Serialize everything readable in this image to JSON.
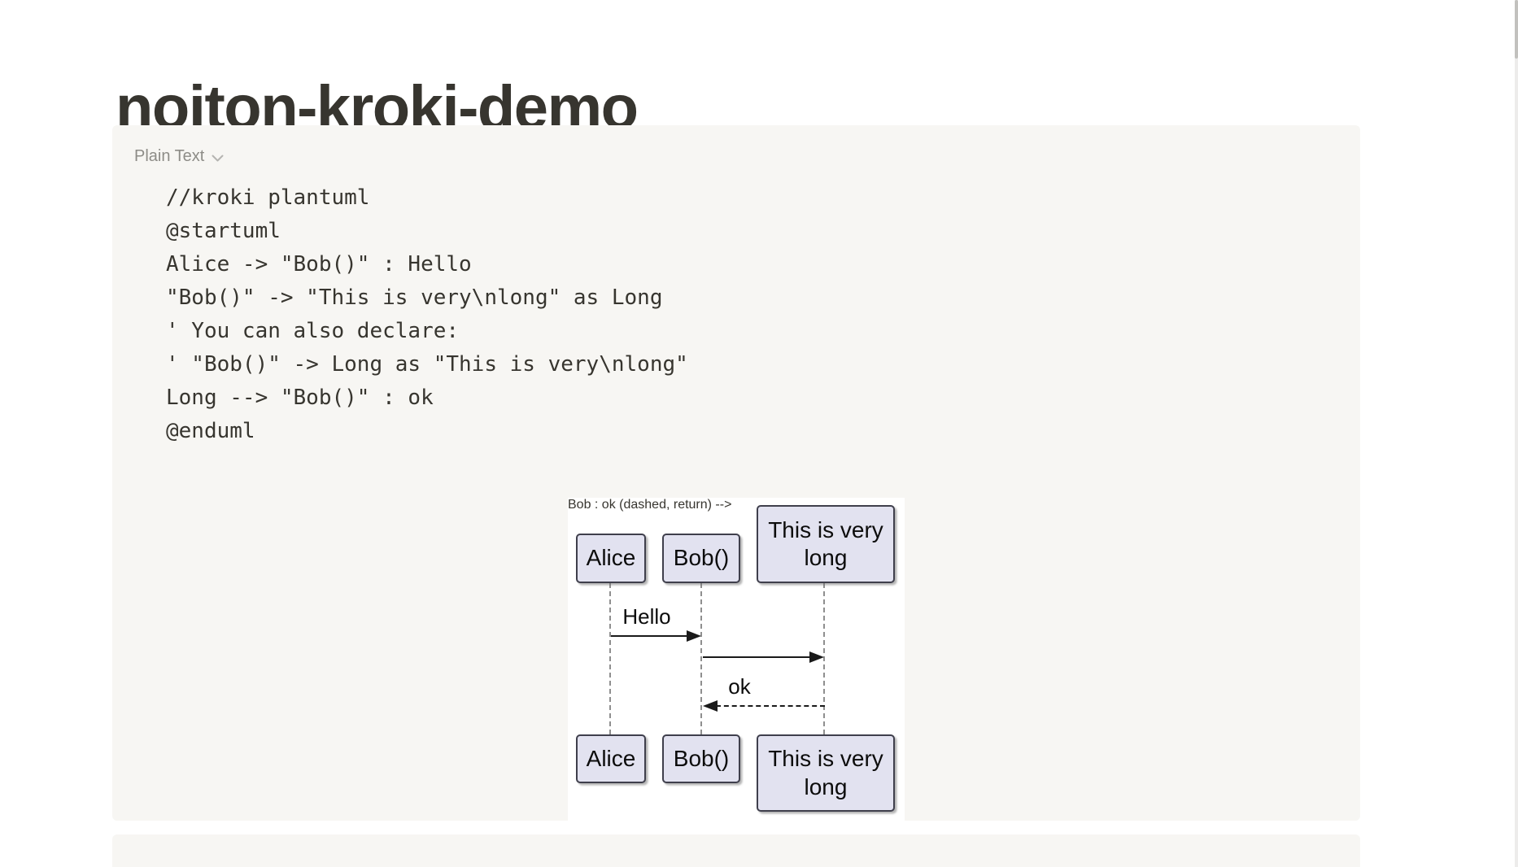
{
  "page": {
    "title": "noiton-kroki-demo"
  },
  "code_block": {
    "language_label": "Plain Text",
    "lines": [
      "//kroki plantuml",
      "@startuml",
      "Alice -> \"Bob()\" : Hello",
      "\"Bob()\" -> \"This is very\\nlong\" as Long",
      "' You can also declare:",
      "' \"Bob()\" -> Long as \"This is very\\nlong\"",
      "Long --> \"Bob()\" : ok",
      "@enduml"
    ]
  },
  "diagram": {
    "type": "plantuml-sequence",
    "actors": [
      {
        "label": "Alice",
        "alias": "Alice"
      },
      {
        "label": "Bob()",
        "alias": "Bob()"
      },
      {
        "label": "This is very\nlong",
        "alias": "Long"
      }
    ],
    "messages": [
      {
        "from": "Alice",
        "to": "Bob()",
        "label": "Hello",
        "style": "solid"
      },
      {
        "from": "Bob()",
        "to": "Long",
        "label": "",
        "style": "solid"
      },
      {
        "from": "Long",
        "to": "Bob()",
        "label": "ok",
        "style": "dashed"
      }
    ],
    "colors": {
      "background": "#ffffff",
      "actor_fill": "#e2e2f0",
      "actor_border": "#3f3f4c",
      "lifeline": "#8f8f8f",
      "arrow": "#1a1a1a"
    }
  },
  "colors": {
    "page_bg": "#ffffff",
    "block_bg": "#f7f6f3",
    "text": "#37352f",
    "secondary_text": "#8d8c87"
  }
}
